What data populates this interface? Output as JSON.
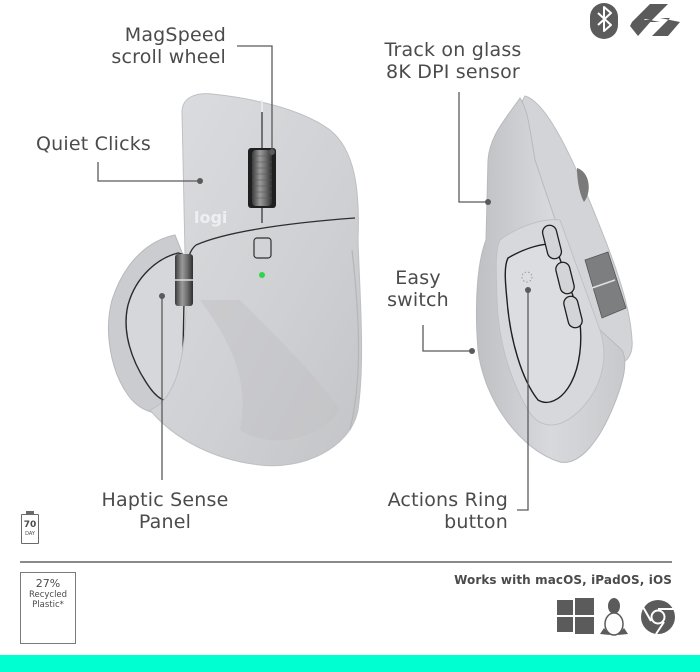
{
  "product": {
    "top_view_callouts": [
      {
        "id": "magspeed",
        "lines": [
          "MagSpeed",
          "scroll wheel"
        ]
      },
      {
        "id": "quiet-clicks",
        "lines": [
          "Quiet Clicks"
        ]
      },
      {
        "id": "haptic",
        "lines": [
          "Haptic Sense",
          "Panel"
        ]
      }
    ],
    "side_view_callouts": [
      {
        "id": "sensor",
        "lines": [
          "Track on glass",
          "8K DPI sensor"
        ]
      },
      {
        "id": "easy-switch",
        "lines": [
          "Easy",
          "switch"
        ]
      },
      {
        "id": "actions-ring",
        "lines": [
          "Actions Ring",
          "button"
        ]
      }
    ],
    "logo_text": "logi",
    "colors": {
      "mouse_body": "#d3d4d6",
      "mouse_shadow": "#b9babd",
      "callout_line": "#5a5a5a",
      "text": "#4b4b4b",
      "led": "#2fd44a",
      "accent_bar": "#00ffd1"
    }
  },
  "connectivity_icons": [
    "bluetooth-icon",
    "logi-bolt-icon"
  ],
  "battery": {
    "value": "70",
    "unit": "DAY"
  },
  "recycled": {
    "percent": "27%",
    "line1": "Recycled",
    "line2": "Plastic*",
    "icon": "recycle-icon"
  },
  "compatibility": {
    "text": "Works with macOS, iPadOS, iOS",
    "os_icons": [
      "windows-icon",
      "linux-icon",
      "chromeos-icon"
    ]
  }
}
